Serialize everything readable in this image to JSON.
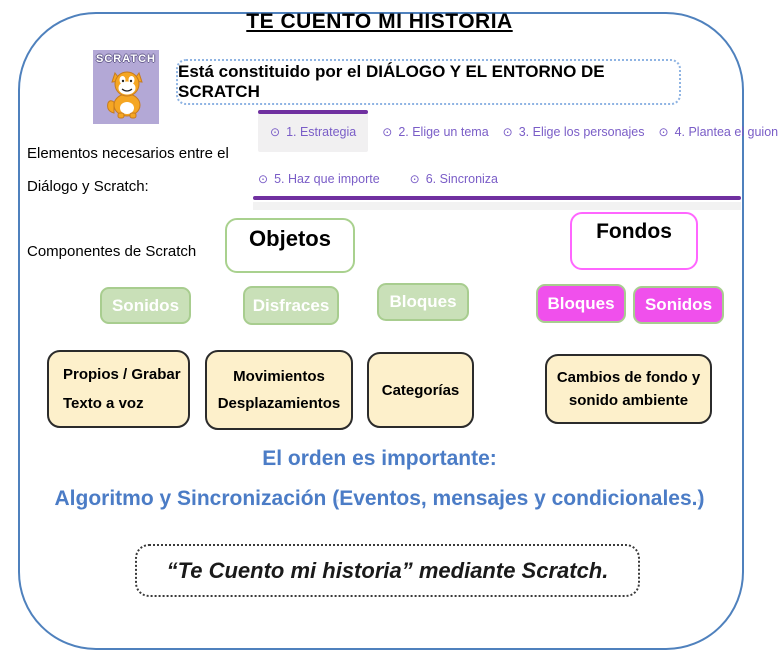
{
  "title": "TE CUENTO MI HISTORIA",
  "logo": {
    "word": "SCRATCH"
  },
  "subtitle": "Está constituido por el DIÁLOGO Y EL ENTORNO DE SCRATCH",
  "tabs": {
    "row1": [
      {
        "label": "1. Estrategia",
        "active": true
      },
      {
        "label": "2. Elige un tema",
        "active": false
      },
      {
        "label": "3. Elige los personajes",
        "active": false
      },
      {
        "label": "4. Plantea el guion",
        "active": false
      }
    ],
    "row2": [
      {
        "label": "5. Haz que importe",
        "active": false
      },
      {
        "label": "6. Sincroniza",
        "active": false
      }
    ]
  },
  "left_labels": {
    "elements_line1": "Elementos necesarios entre el",
    "elements_line2": "Diálogo y Scratch:",
    "components": "Componentes de Scratch"
  },
  "category_boxes": {
    "objetos": "Objetos",
    "fondos": "Fondos"
  },
  "green_buttons": [
    {
      "label": "Sonidos"
    },
    {
      "label": "Disfraces"
    },
    {
      "label": "Bloques"
    }
  ],
  "magenta_buttons": [
    {
      "label": "Bloques"
    },
    {
      "label": "Sonidos"
    }
  ],
  "cream_boxes": [
    {
      "lines": [
        "Propios / Grabar",
        "Texto a voz"
      ]
    },
    {
      "lines": [
        "Movimientos",
        "Desplazamientos"
      ]
    },
    {
      "lines": [
        "Categorías"
      ]
    },
    {
      "lines": [
        "Cambios de fondo y",
        "sonido ambiente"
      ]
    }
  ],
  "order_text": {
    "line1": "El orden es importante:",
    "line2": "Algoritmo y Sincronización (Eventos, mensajes y condicionales.)"
  },
  "footer": "“Te Cuento mi historia” mediante Scratch.",
  "icons": {
    "tab_bullet": "⊙"
  },
  "colors": {
    "frame_blue": "#4f81bd",
    "tab_purple": "#7a5dc7",
    "rule_purple": "#7030a0",
    "green_fill": "#c9e0b8",
    "green_border": "#a8cd8f",
    "magenta_fill": "#f050ec",
    "magenta_border_box": "#ff66ff",
    "cream_fill": "#fdf0cb",
    "wordart_blue": "#4b7cc6",
    "logo_lavender": "#b3a8d6"
  }
}
